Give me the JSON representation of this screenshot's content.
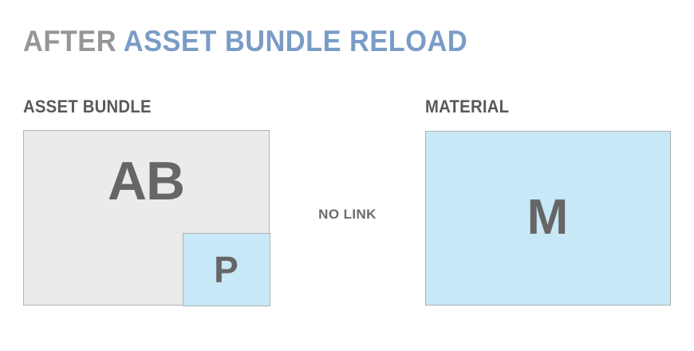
{
  "diagram": {
    "title": {
      "prefix": "AFTER ",
      "emphasis": "ASSET BUNDLE RELOAD",
      "prefix_color": "#969696",
      "emphasis_color": "#7a9cc6"
    },
    "connector": {
      "label": "NO LINK"
    },
    "groups": [
      {
        "label": "ASSET BUNDLE",
        "box": {
          "glyph": "AB",
          "fill": "#ebebeb",
          "border": "#b2b2b2",
          "nested": {
            "glyph": "P",
            "fill": "#c7e8f7",
            "border": "#b2b2b2"
          }
        }
      },
      {
        "label": "MATERIAL",
        "box": {
          "glyph": "M",
          "fill": "#c7e8f7",
          "border": "#b2b2b2"
        }
      }
    ],
    "palette": {
      "background": "#ffffff",
      "glyph_text": "#666666",
      "label_text": "#595959",
      "accent_blue": "#7a9cc6",
      "fill_blue": "#c7e8f7",
      "fill_gray": "#ebebeb"
    }
  }
}
